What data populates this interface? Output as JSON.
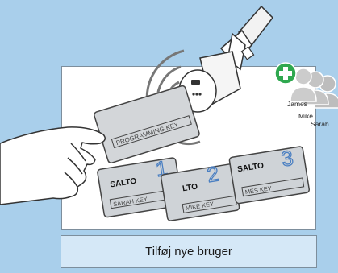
{
  "programming_card": {
    "label": "PROGRAMMING KEY"
  },
  "cards": [
    {
      "number": "1",
      "brand": "SALTO",
      "label": "SARAH  KEY"
    },
    {
      "number": "2",
      "brand": "LTO",
      "label": "MIKE  KEY"
    },
    {
      "number": "3",
      "brand": "SALTO",
      "label": "MES  KEY"
    }
  ],
  "users": [
    {
      "name": "James"
    },
    {
      "name": "Mike"
    },
    {
      "name": "Sarah"
    }
  ],
  "caption": {
    "text": "Tilføj nye bruger"
  },
  "icons": {
    "add_user": "plus-icon"
  },
  "colors": {
    "background": "#a9cfeb",
    "add_green": "#2fa84f",
    "card": "#cfd3d7",
    "number": "#4a7fc2"
  }
}
